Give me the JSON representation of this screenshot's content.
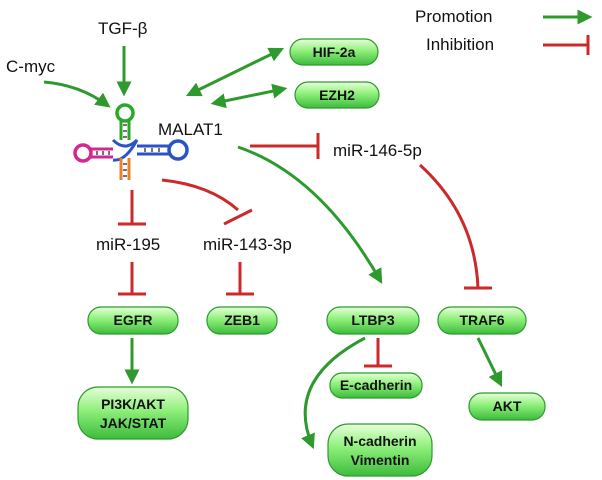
{
  "legend": {
    "promotion": "Promotion",
    "inhibition": "Inhibition",
    "promotion_color": "#2e9a2e",
    "inhibition_color": "#cc2a2a"
  },
  "labels": {
    "tgfb": "TGF-β",
    "cmyc": "C-myc",
    "malat1": "MALAT1",
    "mir146": "miR-146-5p",
    "mir195": "miR-195",
    "mir143": "miR-143-3p"
  },
  "nodes": {
    "hif2a": "HIF-2a",
    "ezh2": "EZH2",
    "egfr": "EGFR",
    "zeb1": "ZEB1",
    "ltbp3": "LTBP3",
    "traf6": "TRAF6",
    "pi3k_line1": "PI3K/AKT",
    "pi3k_line2": "JAK/STAT",
    "ecad": "E-cadherin",
    "ncad_line1": "N-cadherin",
    "ncad_line2": "Vimentin",
    "akt": "AKT"
  }
}
